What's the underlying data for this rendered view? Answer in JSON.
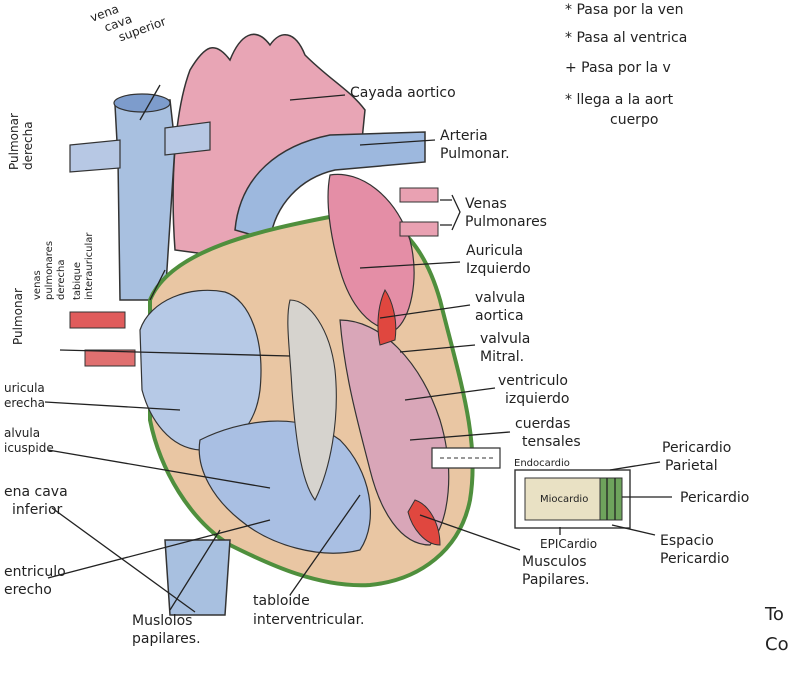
{
  "notes": [
    "* Pasa por la ven",
    "* Pasa al ventrica",
    "+ Pasa por la v",
    "* llega a la aort",
    "cuerpo"
  ],
  "labels": {
    "vena_cava_superior": [
      "vena",
      "cava",
      "superior"
    ],
    "pulmonar_derecha": [
      "Pulmonar",
      "derecha"
    ],
    "venas_pulmonares_left": [
      "venas",
      "pulmonares",
      "derecha"
    ],
    "arterias_left": [
      "tabique",
      "interauricular"
    ],
    "pulmonar_left2": "Pulmonar",
    "cayado_aortico": "Cayada aortico",
    "arteria_pulmonar": [
      "Arteria",
      "Pulmonar."
    ],
    "venas_pulmonares": [
      "Venas",
      "Pulmonares"
    ],
    "auricula_izquierda": [
      "Auricula",
      "Izquierdo"
    ],
    "valvula_aortica": [
      "valvula",
      "aortica"
    ],
    "valvula_mitral": [
      "valvula",
      "Mitral."
    ],
    "ventriculo_izquierdo": [
      "ventriculo",
      "izquierdo"
    ],
    "cuerdas_tendinosas": [
      "cuerdas",
      "tensales"
    ],
    "auricula_derecha": [
      "uricula",
      "erecha"
    ],
    "valvula_tricuspide": [
      "alvula",
      "icuspide"
    ],
    "vena_cava_inferior": [
      "ena cava",
      "inferior"
    ],
    "ventriculo_derecho": [
      "entriculo",
      "erecho"
    ],
    "musculos_papilares_bottom": [
      "Muslolos",
      "papilares."
    ],
    "tabique_interventricular": [
      "tabloide",
      "interventricular."
    ],
    "musculos_papilares_right": [
      "Musculos",
      "Papilares."
    ],
    "endocardio": "Endocardio",
    "miocardio": "Miocardio",
    "epicardio": "EPICardio",
    "pericardio_parietal": [
      "Pericardio",
      "Parietal"
    ],
    "pericardio": "Pericardio",
    "espacio_pericardio": [
      "Espacio",
      "Pericardio"
    ],
    "corner_text": [
      "To",
      "Co"
    ]
  }
}
